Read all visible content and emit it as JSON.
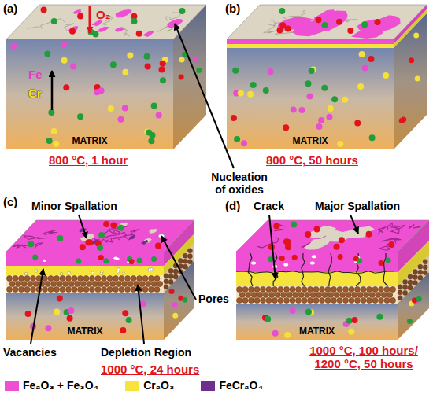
{
  "diagram": {
    "nodes": [
      {
        "text": [
          "MATRIX"
        ]
      },
      {
        "text": [
          "MATRIX"
        ]
      },
      {
        "text": [
          "MATRIX"
        ]
      },
      {
        "text": [
          "MATRIX"
        ]
      }
    ],
    "labels": [
      "(a)",
      "O₂",
      "Fe",
      "Cr",
      "Nucleation of oxides",
      "800 °C, 1 hour",
      "(b)",
      "800 °C, 50 hours",
      "(c)",
      "Minor Spallation",
      "Pores",
      "Vacancies",
      "Depletion Region",
      "1000 °C, 24 hours",
      "(d)",
      "Crack",
      "Major Spallation",
      "1000 °C, 100 hours/ 1200 °C, 50 hours"
    ],
    "legend": [
      {
        "text": "Fe₂O₃ + Fe₃O₄",
        "color": "#ee4fd3"
      },
      {
        "text": "Cr₂O₃",
        "color": "#f6e43c"
      },
      {
        "text": "FeCr₂O₄",
        "color": "#6f2f8e"
      }
    ]
  }
}
